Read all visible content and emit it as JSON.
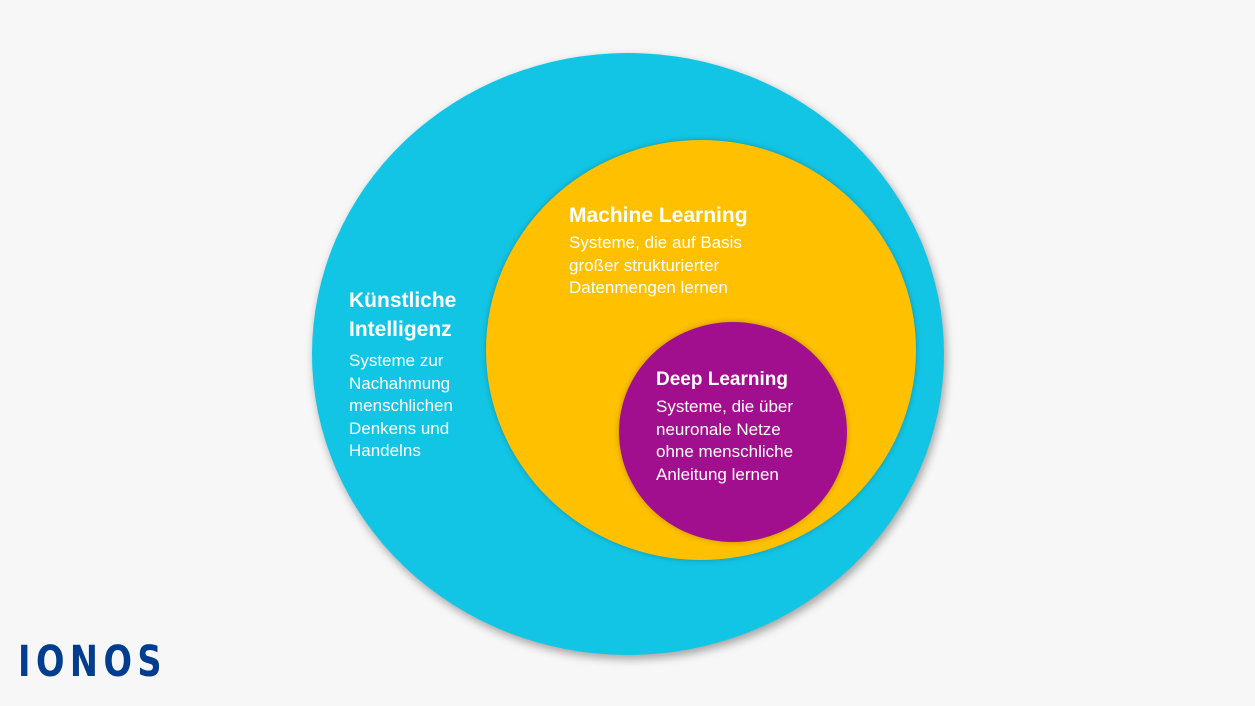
{
  "colors": {
    "background": "#f7f7f7",
    "outer": "#13c5e5",
    "middle": "#ffc000",
    "inner": "#a20f8e",
    "text": "#ffffff",
    "logo": "#003d8f"
  },
  "diagram": {
    "type": "nested-circles",
    "outer": {
      "title": "Künstliche\nIntelligenz",
      "description": "Systeme zur\nNachahmung\nmenschlichen\nDenkens und\nHandelns"
    },
    "middle": {
      "title": "Machine Learning",
      "description": "Systeme, die auf Basis\ngroßer strukturierter\nDatenmengen lernen"
    },
    "inner": {
      "title": "Deep Learning",
      "description": "Systeme, die über\nneuronale Netze\nohne menschliche\nAnleitung lernen"
    }
  },
  "logo": {
    "text": "IONOS"
  }
}
